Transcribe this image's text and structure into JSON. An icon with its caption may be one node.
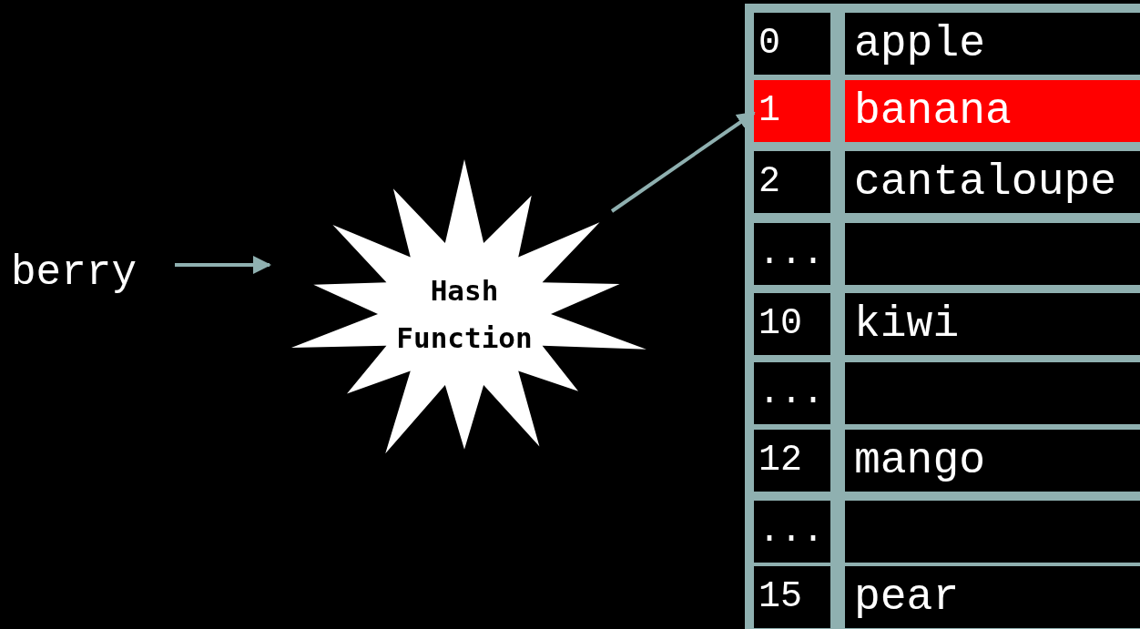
{
  "diagram": {
    "nodes": [
      {
        "text": [
          "berry"
        ]
      },
      {
        "text": [
          "Hash Function"
        ]
      },
      {
        "text": [],
        "shape": "box"
      },
      {
        "text": [
          "0",
          "apple"
        ],
        "in": 2
      },
      {
        "text": [
          "1",
          "banana"
        ],
        "in": 2
      },
      {
        "text": [
          "2",
          "cantaloupe"
        ],
        "in": 2
      },
      {
        "text": [
          "..."
        ],
        "in": 2
      },
      {
        "text": [
          "10",
          "kiwi"
        ],
        "in": 2
      },
      {
        "text": [
          "..."
        ],
        "in": 2
      },
      {
        "text": [
          "12",
          "mango"
        ],
        "in": 2
      },
      {
        "text": [
          "..."
        ],
        "in": 2
      },
      {
        "text": [
          "15",
          "pear"
        ],
        "in": 2
      }
    ],
    "edges": [
      {
        "from": 0,
        "to": 1,
        "arrow": "to"
      },
      {
        "from": 1,
        "to": 4,
        "arrow": "to"
      }
    ]
  }
}
